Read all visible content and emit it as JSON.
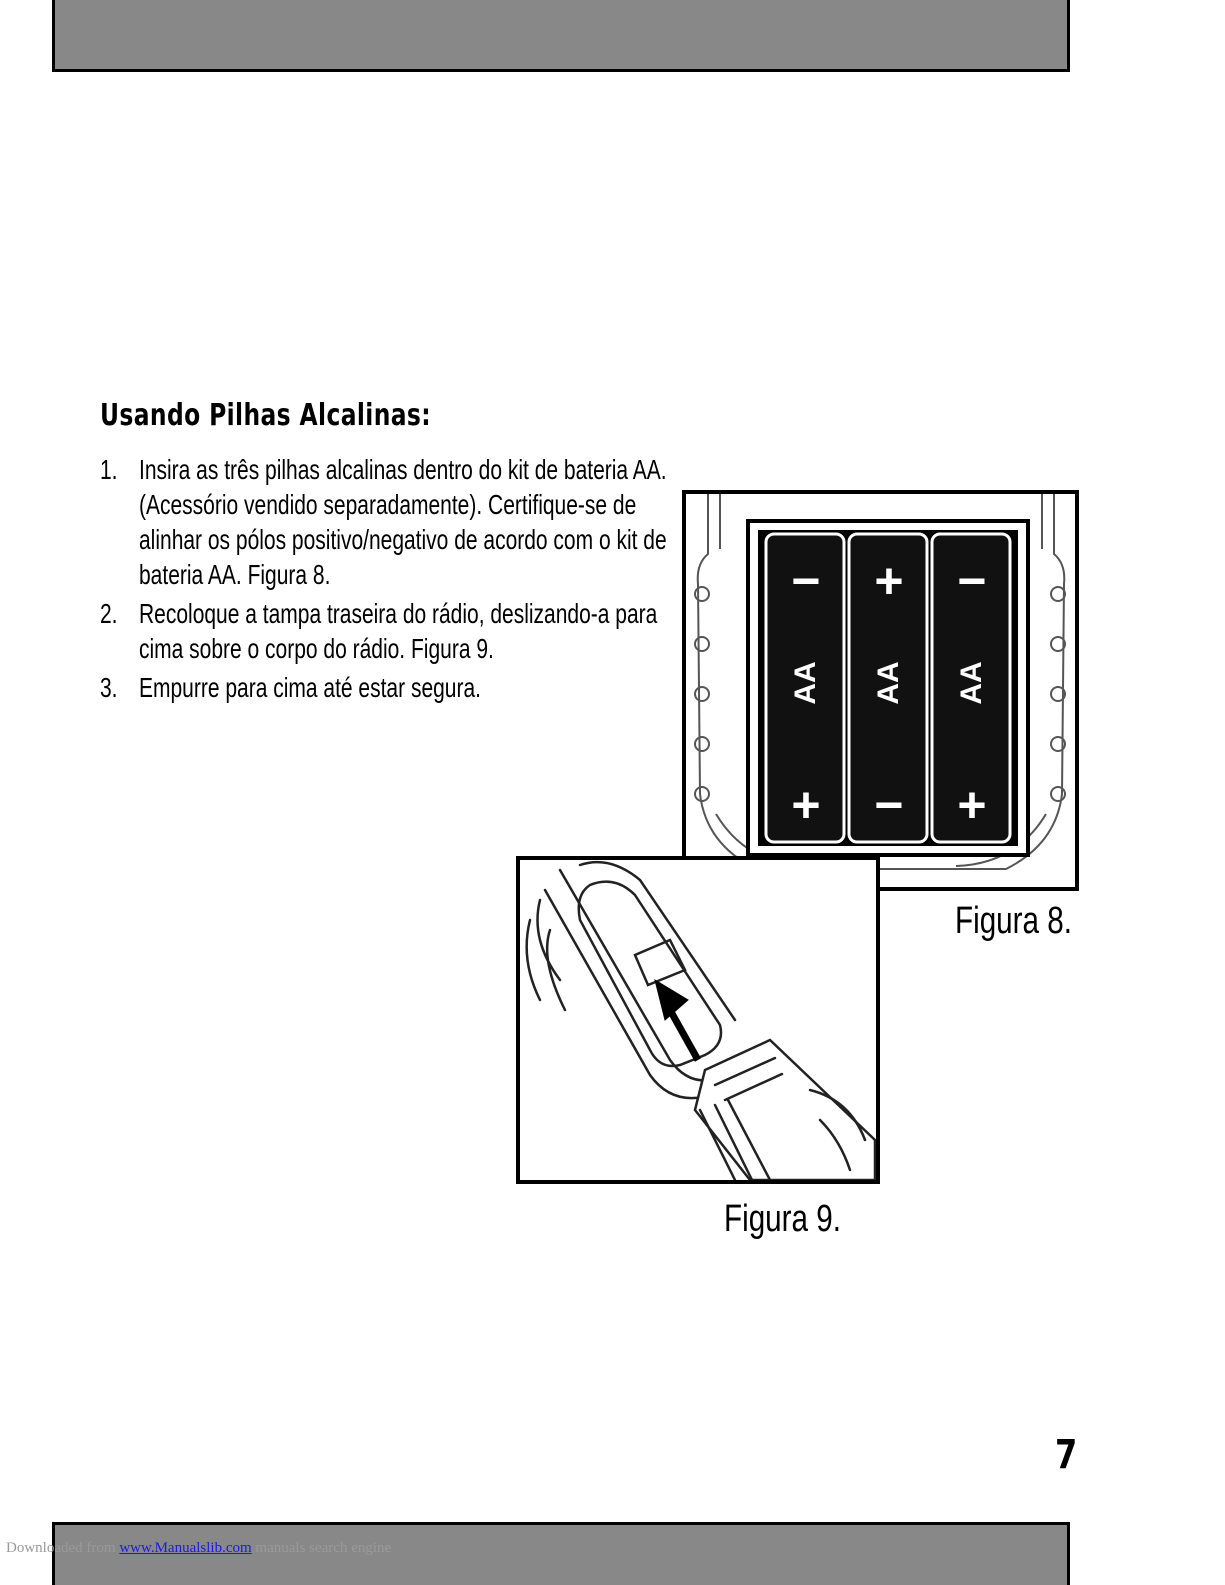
{
  "heading": "Usando Pilhas Alcalinas:",
  "steps": [
    {
      "num": "1.",
      "text": "Insira as três pilhas alcalinas dentro do kit de bateria AA. (Acessório vendido separadamente). Certifique-se de alinhar os pólos positivo/negativo de acordo com o kit de bateria AA. Figura 8."
    },
    {
      "num": "2.",
      "text": "Recoloque a tampa traseira do rádio, deslizando-a para cima sobre o corpo do rádio. Figura 9."
    },
    {
      "num": "3.",
      "text": "Empurre para cima até estar segura."
    }
  ],
  "figure8": {
    "caption": "Figura 8.",
    "batteries": [
      {
        "label": "AA",
        "top": "−",
        "bottom": "+"
      },
      {
        "label": "AA",
        "top": "+",
        "bottom": "−"
      },
      {
        "label": "AA",
        "top": "−",
        "bottom": "+"
      }
    ]
  },
  "figure9": {
    "caption": "Figura 9."
  },
  "page_number": "7",
  "footer": {
    "prefix": "Downloaded from ",
    "link": "www.Manualslib.com",
    "suffix": " manuals search engine"
  }
}
